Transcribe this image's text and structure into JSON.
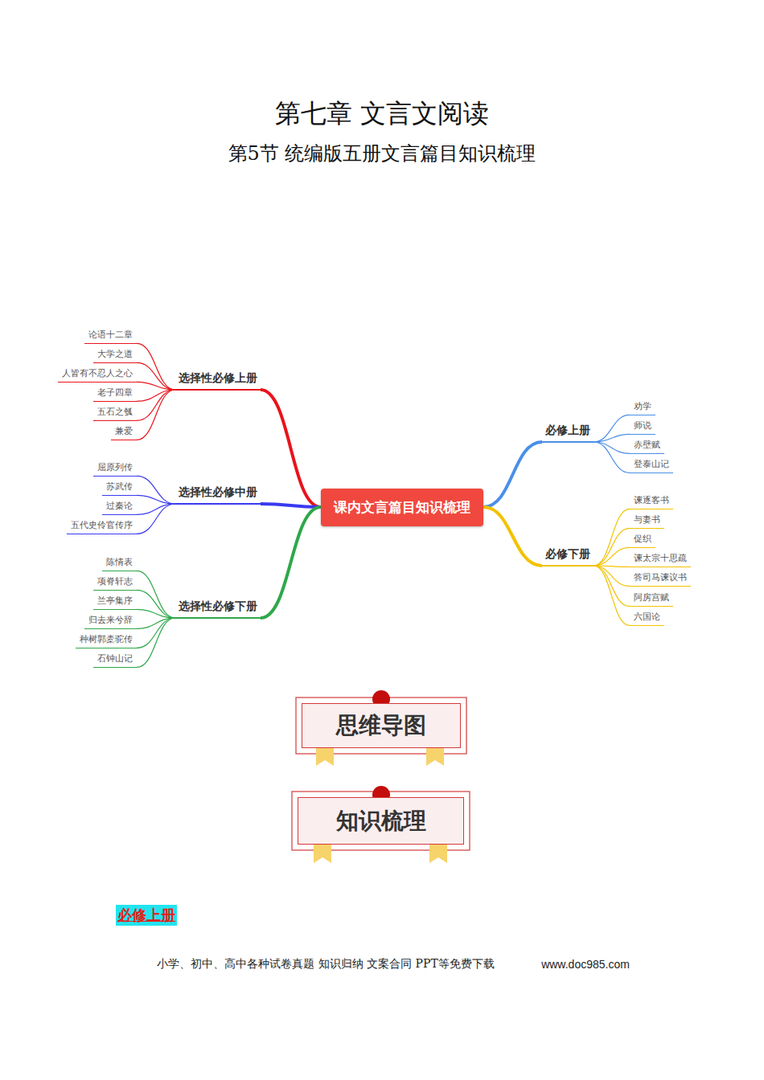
{
  "diagram": {
    "title": "第七章 文言文阅读",
    "nodes": [
      {
        "text": [
          "课内文言篇目知识梳理"
        ]
      },
      {
        "text": [
          "选择性必修上册"
        ]
      },
      {
        "text": [
          "论语十二章"
        ]
      },
      {
        "text": [
          "大学之道"
        ]
      },
      {
        "text": [
          "人皆有不忍人之心"
        ]
      },
      {
        "text": [
          "老子四章"
        ]
      },
      {
        "text": [
          "五石之瓠"
        ]
      },
      {
        "text": [
          "兼爱"
        ]
      },
      {
        "text": [
          "选择性必修中册"
        ]
      },
      {
        "text": [
          "屈原列传"
        ]
      },
      {
        "text": [
          "苏武传"
        ]
      },
      {
        "text": [
          "过秦论"
        ]
      },
      {
        "text": [
          "五代史伶官传序"
        ]
      },
      {
        "text": [
          "选择性必修下册"
        ]
      },
      {
        "text": [
          "陈情表"
        ]
      },
      {
        "text": [
          "项脊轩志"
        ]
      },
      {
        "text": [
          "兰亭集序"
        ]
      },
      {
        "text": [
          "归去来兮辞"
        ]
      },
      {
        "text": [
          "种树郭橐驼传"
        ]
      },
      {
        "text": [
          "石钟山记"
        ]
      },
      {
        "text": [
          "必修上册"
        ]
      },
      {
        "text": [
          "劝学"
        ]
      },
      {
        "text": [
          "师说"
        ]
      },
      {
        "text": [
          "赤壁赋"
        ]
      },
      {
        "text": [
          "登泰山记"
        ]
      },
      {
        "text": [
          "必修下册"
        ]
      },
      {
        "text": [
          "谏逐客书"
        ]
      },
      {
        "text": [
          "与妻书"
        ]
      },
      {
        "text": [
          "促织"
        ]
      },
      {
        "text": [
          "谏太宗十思疏"
        ]
      },
      {
        "text": [
          "答司马谏议书"
        ]
      },
      {
        "text": [
          "阿房宫赋"
        ]
      },
      {
        "text": [
          "六国论"
        ]
      },
      {
        "text": [
          "思维导图"
        ]
      },
      {
        "text": [
          "知识梳理"
        ]
      },
      {
        "text": [
          "必修上册"
        ]
      }
    ],
    "edges": [
      {
        "from": 0,
        "to": 1,
        "arrow": "none"
      },
      {
        "from": 1,
        "to": 2,
        "arrow": "none"
      },
      {
        "from": 1,
        "to": 3,
        "arrow": "none"
      },
      {
        "from": 1,
        "to": 4,
        "arrow": "none"
      },
      {
        "from": 1,
        "to": 5,
        "arrow": "none"
      },
      {
        "from": 1,
        "to": 6,
        "arrow": "none"
      },
      {
        "from": 1,
        "to": 7,
        "arrow": "none"
      },
      {
        "from": 0,
        "to": 8,
        "arrow": "none"
      },
      {
        "from": 8,
        "to": 9,
        "arrow": "none"
      },
      {
        "from": 8,
        "to": 10,
        "arrow": "none"
      },
      {
        "from": 8,
        "to": 11,
        "arrow": "none"
      },
      {
        "from": 8,
        "to": 12,
        "arrow": "none"
      },
      {
        "from": 0,
        "to": 13,
        "arrow": "none"
      },
      {
        "from": 13,
        "to": 14,
        "arrow": "none"
      },
      {
        "from": 13,
        "to": 15,
        "arrow": "none"
      },
      {
        "from": 13,
        "to": 16,
        "arrow": "none"
      },
      {
        "from": 13,
        "to": 17,
        "arrow": "none"
      },
      {
        "from": 13,
        "to": 18,
        "arrow": "none"
      },
      {
        "from": 13,
        "to": 19,
        "arrow": "none"
      },
      {
        "from": 0,
        "to": 20,
        "arrow": "none"
      },
      {
        "from": 20,
        "to": 21,
        "arrow": "none"
      },
      {
        "from": 20,
        "to": 22,
        "arrow": "none"
      },
      {
        "from": 20,
        "to": 23,
        "arrow": "none"
      },
      {
        "from": 20,
        "to": 24,
        "arrow": "none"
      },
      {
        "from": 0,
        "to": 25,
        "arrow": "none"
      },
      {
        "from": 25,
        "to": 26,
        "arrow": "none"
      },
      {
        "from": 25,
        "to": 27,
        "arrow": "none"
      },
      {
        "from": 25,
        "to": 28,
        "arrow": "none"
      },
      {
        "from": 25,
        "to": 29,
        "arrow": "none"
      },
      {
        "from": 25,
        "to": 30,
        "arrow": "none"
      },
      {
        "from": 25,
        "to": 31,
        "arrow": "none"
      },
      {
        "from": 25,
        "to": 32,
        "arrow": "none"
      }
    ],
    "labels": [
      "第5节 统编版五册文言篇目知识梳理",
      "小学、初中、高中各种试卷真题 知识归纳 文案合同 PPT等免费下载",
      "www.doc985.com"
    ]
  }
}
